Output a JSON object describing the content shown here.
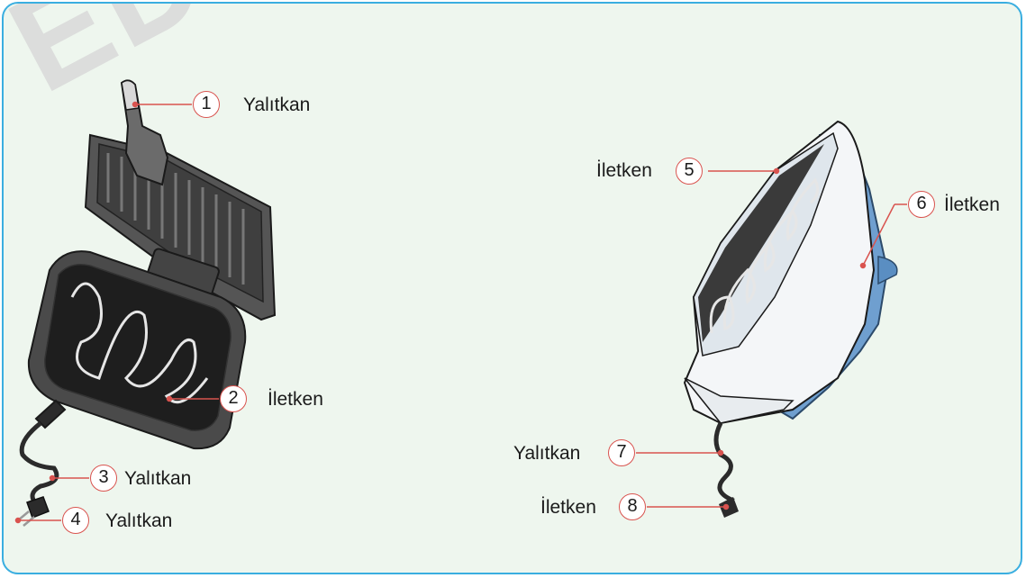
{
  "watermark": "EDİTÖ",
  "left_device": {
    "callouts": [
      {
        "number": "1",
        "label": "Yalıtkan"
      },
      {
        "number": "2",
        "label": "İletken"
      },
      {
        "number": "3",
        "label": "Yalıtkan"
      },
      {
        "number": "4",
        "label": "Yalıtkan"
      }
    ]
  },
  "right_device": {
    "callouts": [
      {
        "number": "5",
        "label": "İletken"
      },
      {
        "number": "6",
        "label": "İletken"
      },
      {
        "number": "7",
        "label": "Yalıtkan"
      },
      {
        "number": "8",
        "label": "İletken"
      }
    ]
  },
  "colors": {
    "border": "#3aaee0",
    "background": "#eef6ee",
    "leader_line": "#d9534f",
    "device_dark": "#3c3c3c",
    "iron_blue": "#6f9fcf"
  }
}
